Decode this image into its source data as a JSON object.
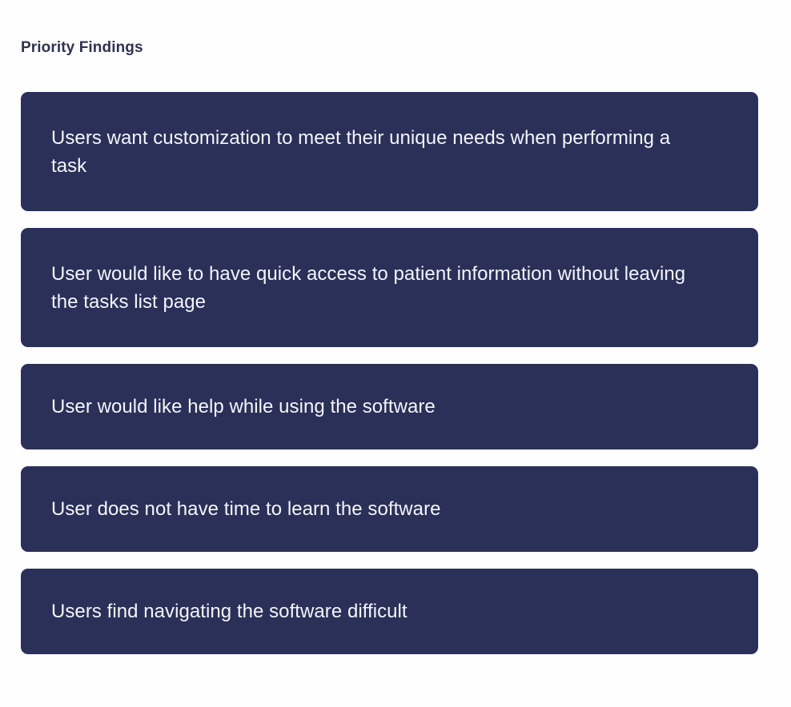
{
  "page": {
    "title": "Priority Findings",
    "background_color": "#FEFEFE",
    "card_color": "#2A3057",
    "card_text_color": "#F4F5FA",
    "title_color": "#2E3350"
  },
  "findings": [
    {
      "text": "Users want customization to meet their unique needs when performing a task",
      "lines": 2
    },
    {
      "text": "User would like to have quick access to patient information without leaving the tasks list page",
      "lines": 2
    },
    {
      "text": "User would like help while using the software",
      "lines": 1
    },
    {
      "text": "User does not have time to learn the software",
      "lines": 1
    },
    {
      "text": "Users find navigating the software difficult",
      "lines": 1
    }
  ]
}
